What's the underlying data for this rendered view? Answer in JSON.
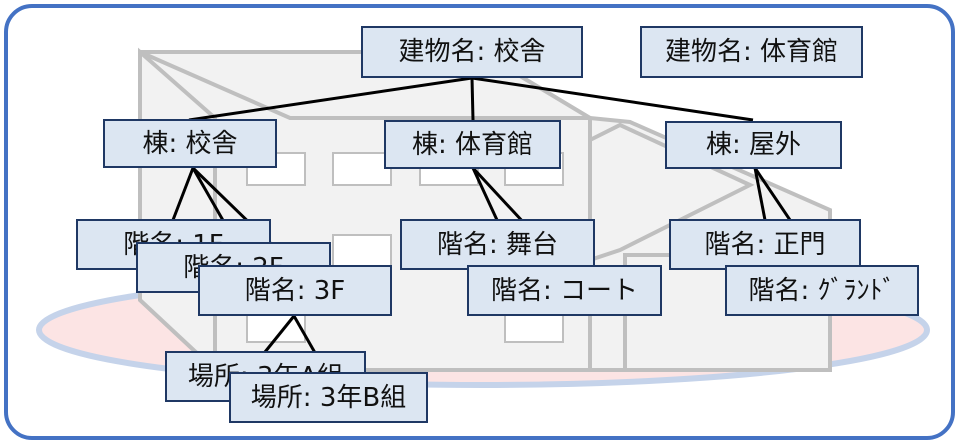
{
  "nodes": {
    "building_school": "建物名: 校舎",
    "building_gym": "建物名: 体育館",
    "wing_school": "棟:  校舎",
    "wing_gym": "棟:  体育館",
    "wing_outdoor": "棟:  屋外",
    "floor_1f": "階名: 1F",
    "floor_2f": "階名: 2F",
    "floor_3f": "階名: 3F",
    "floor_stage": "階名:  舞台",
    "floor_court": "階名: コート",
    "floor_gate": "階名: 正門",
    "floor_ground": "階名: ｸﾞﾗﾝﾄﾞ",
    "place_3a": "場所: 3年A組",
    "place_3b": "場所: 3年B組"
  },
  "colors": {
    "frame": "#4472c4",
    "node_fill": "#dce6f2",
    "node_border": "#1f3864",
    "connector": "#000000",
    "building_fill": "#f2f2f2",
    "building_stroke": "#bfbfbf",
    "ground_fill": "#fce4e4",
    "ground_stroke": "#c5d3ea"
  }
}
